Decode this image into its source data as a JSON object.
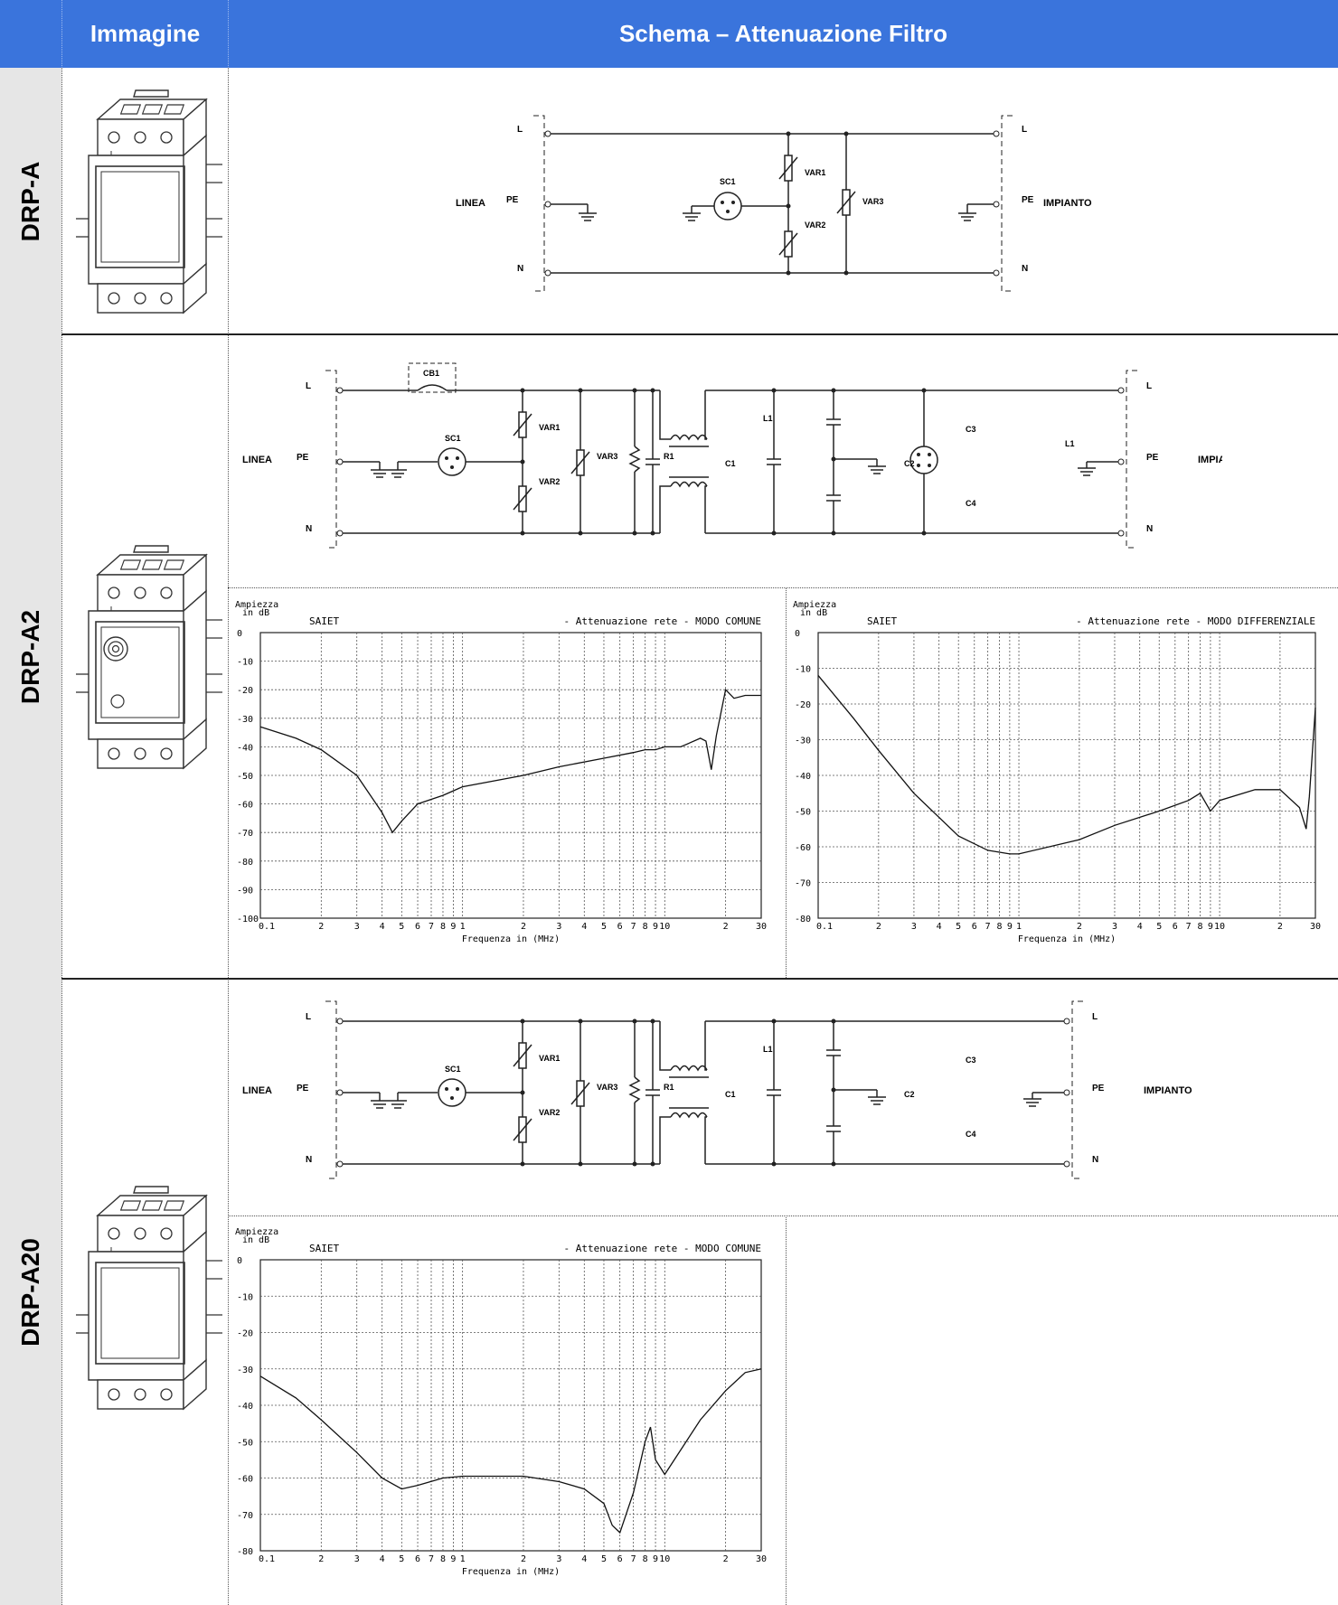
{
  "header": {
    "col_image": "Immagine",
    "col_schema": "Schema – Attenuazione Filtro",
    "bg_color": "#3a74dc"
  },
  "rows": [
    {
      "label": "DRP-A"
    },
    {
      "label": "DRP-A2"
    },
    {
      "label": "DRP-A20"
    }
  ],
  "schematics": {
    "drpa": {
      "L": "L",
      "PE": "PE",
      "N": "N",
      "linea": "LINEA",
      "impianto": "IMPIANTO",
      "SC1": "SC1",
      "VAR1": "VAR1",
      "VAR2": "VAR2",
      "VAR3": "VAR3"
    },
    "drpa2": {
      "L": "L",
      "PE": "PE",
      "N": "N",
      "linea": "LINEA",
      "impianto": "IMPIANTO",
      "CB1": "CB1",
      "SC1": "SC1",
      "VAR1": "VAR1",
      "VAR2": "VAR2",
      "VAR3": "VAR3",
      "R1": "R1",
      "C1": "C1",
      "L1": "L1",
      "C2": "C2",
      "C3": "C3",
      "C4": "C4",
      "L1b": "L1"
    },
    "drpa20": {
      "L": "L",
      "PE": "PE",
      "N": "N",
      "linea": "LINEA",
      "impianto": "IMPIANTO",
      "SC1": "SC1",
      "VAR1": "VAR1",
      "VAR2": "VAR2",
      "VAR3": "VAR3",
      "R1": "R1",
      "C1": "C1",
      "L1": "L1",
      "C2": "C2",
      "C3": "C3",
      "C4": "C4"
    }
  },
  "chart_data": [
    {
      "type": "line",
      "title": "SAIET - Attenuazione rete - MODO COMUNE",
      "ylabel": "Ampiezza in dB",
      "xlabel": "Frequenza in (MHz)",
      "x_scale": "log",
      "xlim": [
        0.1,
        30
      ],
      "ylim": [
        -100,
        0
      ],
      "yticks": [
        0,
        -10,
        -20,
        -30,
        -40,
        -50,
        -60,
        -70,
        -80,
        -90,
        -100
      ],
      "xtick_labels": [
        "0.1",
        "2",
        "3",
        "4",
        "5",
        "6",
        "7",
        "8",
        "9",
        "1",
        "2",
        "3",
        "4",
        "5",
        "6",
        "7",
        "8",
        "9",
        "10",
        "2",
        "30"
      ],
      "grid": true,
      "x": [
        0.1,
        0.15,
        0.2,
        0.3,
        0.4,
        0.45,
        0.5,
        0.6,
        0.8,
        1,
        2,
        3,
        5,
        7,
        8,
        9,
        10,
        12,
        15,
        16,
        17,
        18,
        20,
        22,
        25,
        30
      ],
      "y": [
        -33,
        -37,
        -41,
        -50,
        -63,
        -70,
        -66,
        -60,
        -57,
        -54,
        -50,
        -47,
        -44,
        -42,
        -41,
        -41,
        -40,
        -40,
        -37,
        -38,
        -48,
        -36,
        -20,
        -23,
        -22,
        -22
      ]
    },
    {
      "type": "line",
      "title": "SAIET - Attenuazione rete - MODO DIFFERENZIALE",
      "ylabel": "Ampiezza in dB",
      "xlabel": "Frequenza in (MHz)",
      "x_scale": "log",
      "xlim": [
        0.1,
        30
      ],
      "ylim": [
        -80,
        0
      ],
      "yticks": [
        0,
        -10,
        -20,
        -30,
        -40,
        -50,
        -60,
        -70,
        -80
      ],
      "xtick_labels": [
        "0.1",
        "2",
        "3",
        "4",
        "5",
        "6",
        "7",
        "8",
        "9",
        "1",
        "2",
        "3",
        "4",
        "5",
        "6",
        "7",
        "8",
        "9",
        "10",
        "2",
        "30"
      ],
      "grid": true,
      "x": [
        0.1,
        0.15,
        0.2,
        0.3,
        0.5,
        0.7,
        0.9,
        1,
        2,
        3,
        5,
        7,
        8,
        9,
        10,
        15,
        20,
        25,
        27,
        28,
        30
      ],
      "y": [
        -12,
        -24,
        -33,
        -45,
        -57,
        -61,
        -62,
        -62,
        -58,
        -54,
        -50,
        -47,
        -45,
        -50,
        -47,
        -44,
        -44,
        -49,
        -55,
        -46,
        -21
      ]
    },
    {
      "type": "line",
      "title": "SAIET - Attenuazione rete - MODO COMUNE",
      "ylabel": "Ampiezza in dB",
      "xlabel": "Frequenza in (MHz)",
      "x_scale": "log",
      "xlim": [
        0.1,
        30
      ],
      "ylim": [
        -80,
        0
      ],
      "yticks": [
        0,
        -10,
        -20,
        -30,
        -40,
        -50,
        -60,
        -70,
        -80
      ],
      "xtick_labels": [
        "0.1",
        "2",
        "3",
        "4",
        "5",
        "6",
        "7",
        "8",
        "9",
        "1",
        "2",
        "3",
        "4",
        "5",
        "6",
        "7",
        "8",
        "9",
        "10",
        "2",
        "30"
      ],
      "grid": true,
      "x": [
        0.1,
        0.15,
        0.2,
        0.3,
        0.4,
        0.5,
        0.6,
        0.8,
        1,
        2,
        3,
        4,
        5,
        5.5,
        6,
        7,
        8,
        8.5,
        9,
        10,
        15,
        20,
        25,
        30
      ],
      "y": [
        -32,
        -38,
        -44,
        -53,
        -60,
        -63,
        -62,
        -60,
        -59.5,
        -59.5,
        -61,
        -63,
        -67,
        -73,
        -75,
        -64,
        -50,
        -46,
        -55,
        -59,
        -44,
        -36,
        -31,
        -30
      ]
    }
  ]
}
